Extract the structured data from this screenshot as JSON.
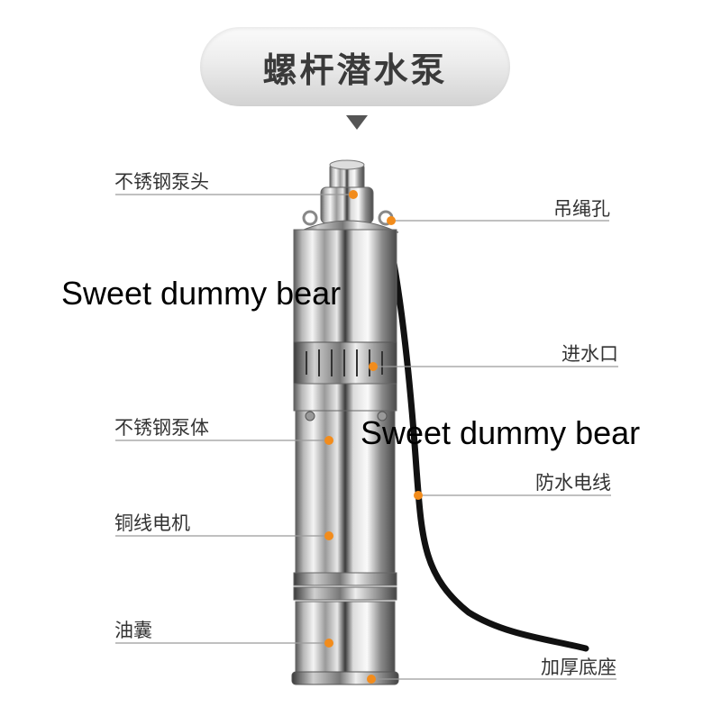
{
  "title": "螺杆潜水泵",
  "labels_left": [
    "不锈钢泵头",
    "不锈钢泵体",
    "铜线电机",
    "油囊"
  ],
  "labels_right": [
    "吊绳孔",
    "进水口",
    "防水电线",
    "加厚底座"
  ],
  "watermarks": [
    "Sweet dummy bear",
    "Sweet dummy bear"
  ],
  "colors": {
    "callout_dot": "#f28c1c",
    "leader_line": "#9a9a9a",
    "text": "#333333"
  }
}
